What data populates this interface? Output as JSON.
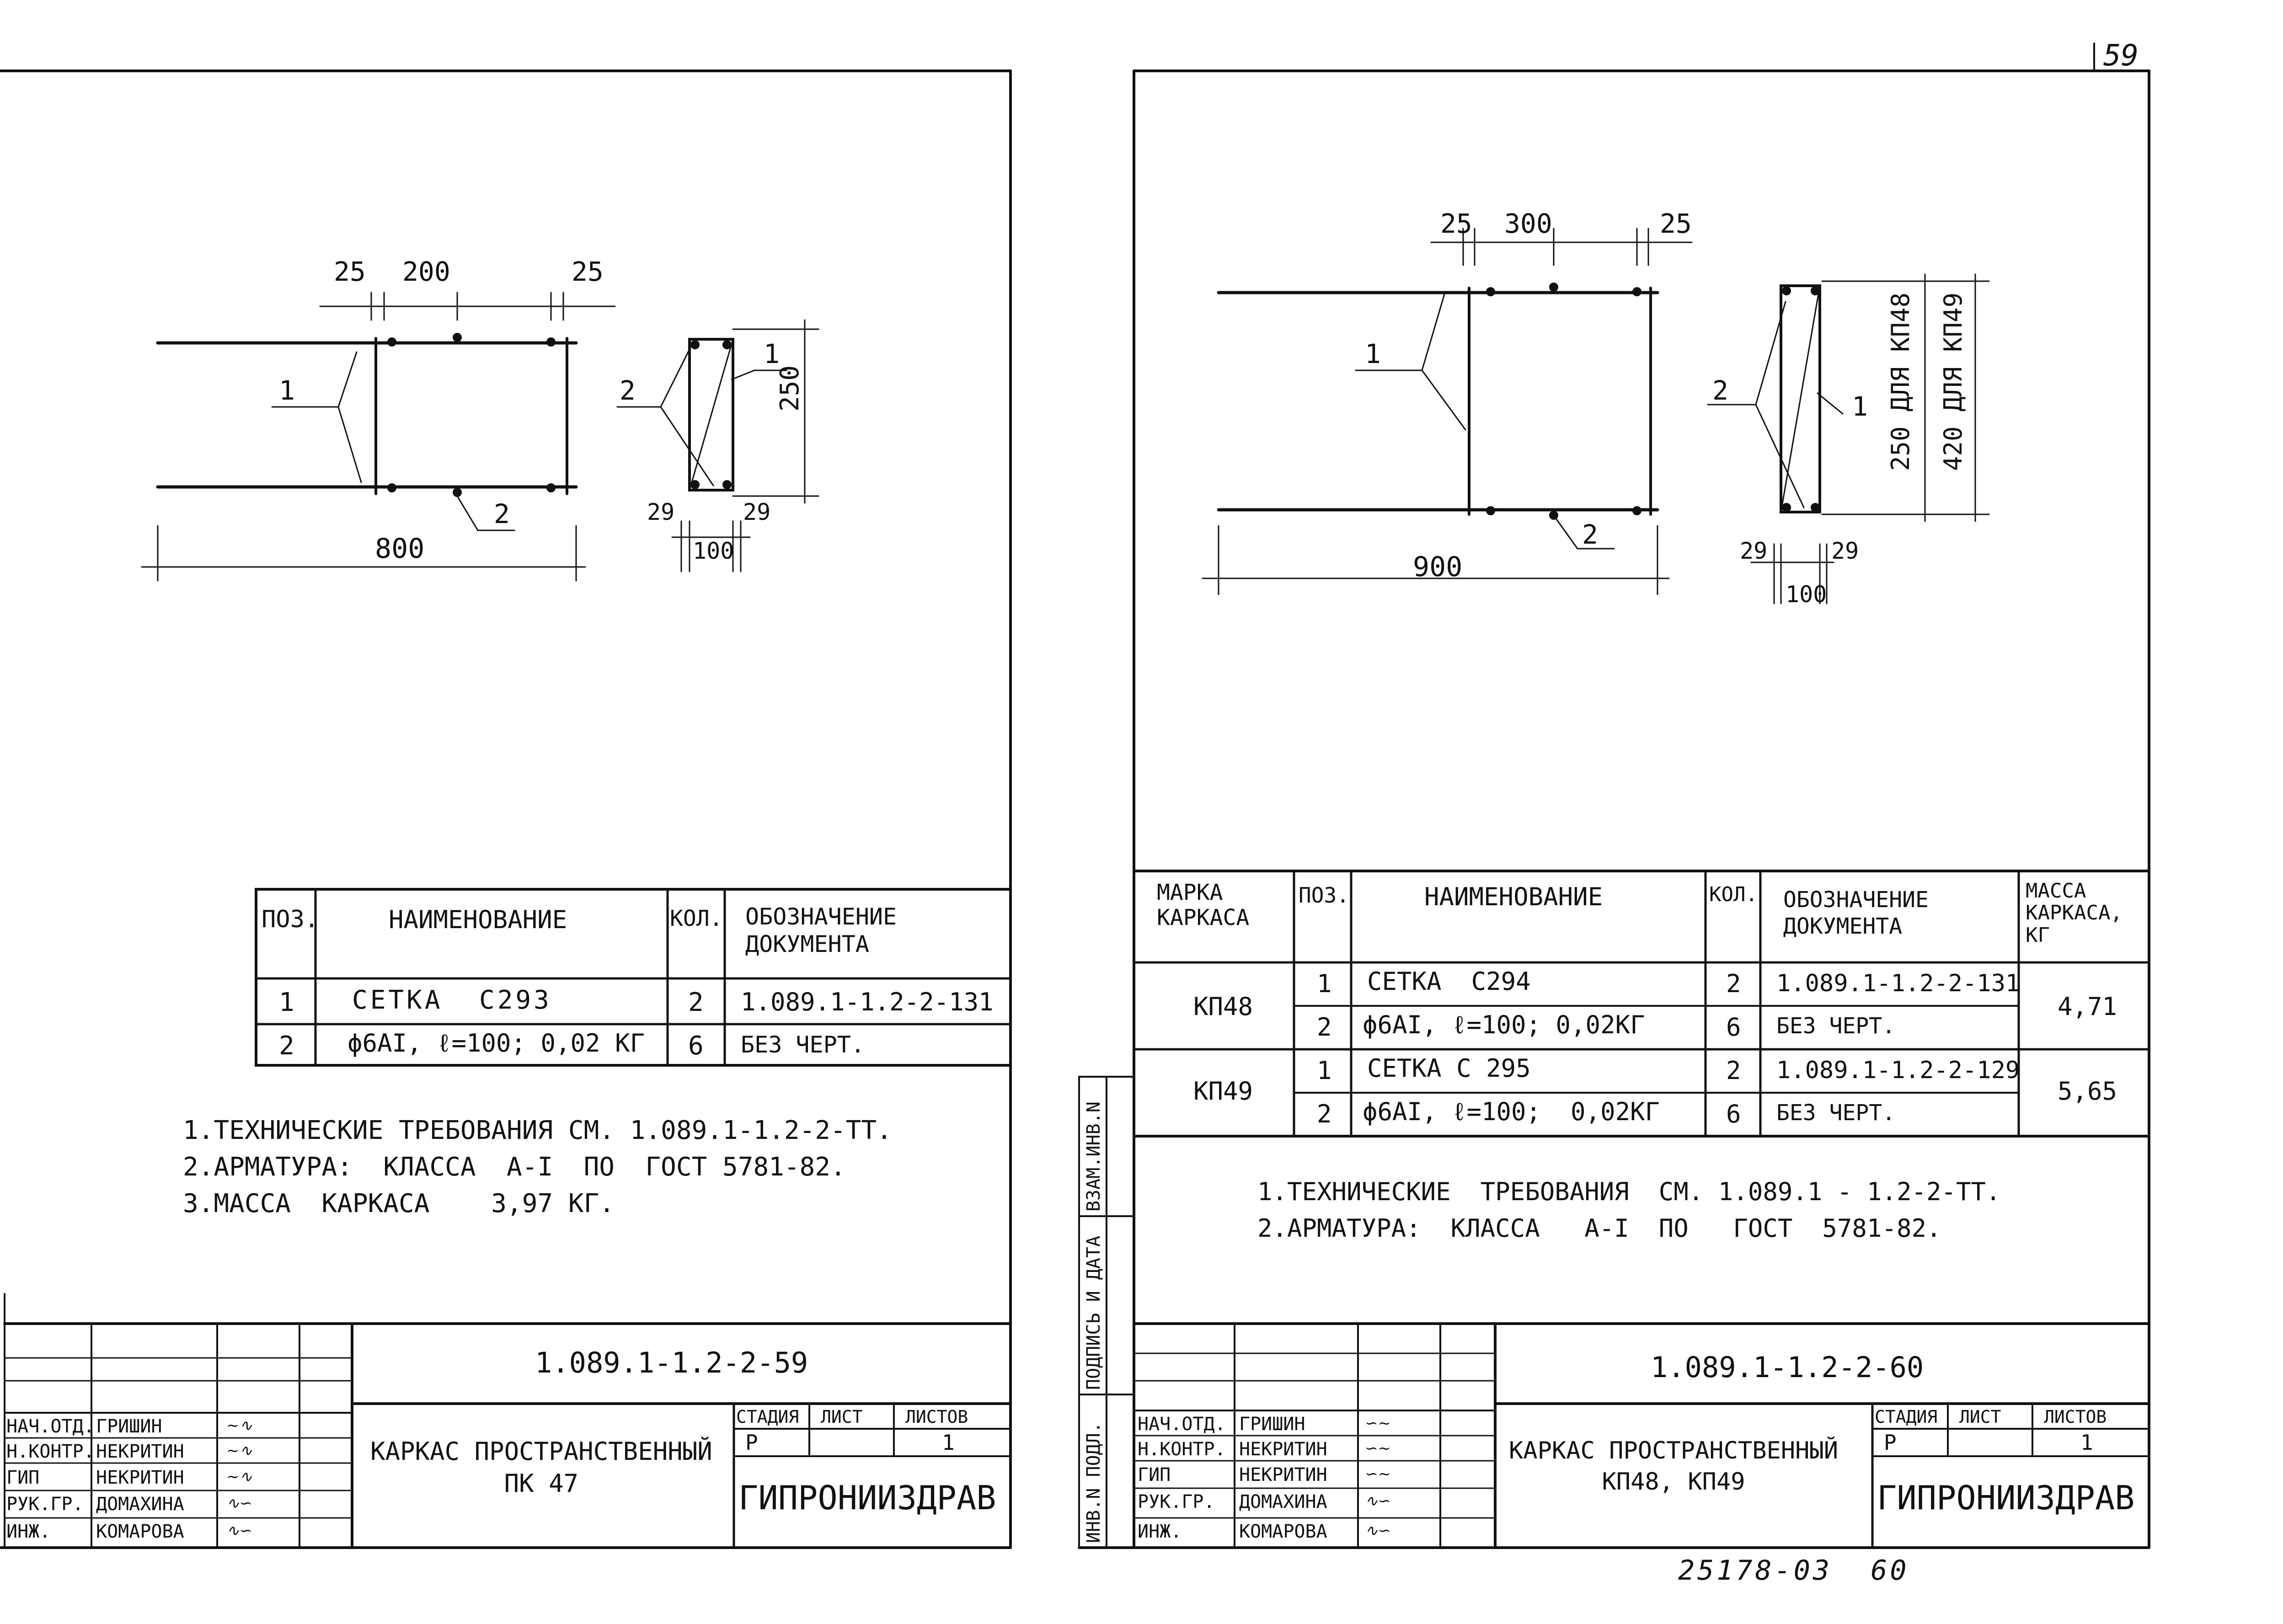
{
  "page_number": "59",
  "footer_number": "25178-03  60",
  "left": {
    "drawing": {
      "dim_25_left": "25",
      "dim_200": "200",
      "dim_25_right": "25",
      "dim_800": "800",
      "dim_250": "250",
      "dim_29_left": "29",
      "dim_29_right": "29",
      "dim_100": "100",
      "callout_1": "1",
      "callout_2": "2",
      "callout_1_section": "1",
      "callout_2_section": "2"
    },
    "table": {
      "headers": [
        "ПОЗ.",
        "НАИМЕНОВАНИЕ",
        "КОЛ.",
        "ОБОЗНАЧЕНИЕ\nДОКУМЕНТА"
      ],
      "rows": [
        {
          "pos": "1",
          "name": "СЕТКА  С293",
          "qty": "2",
          "doc": "1.089.1-1.2-2-131"
        },
        {
          "pos": "2",
          "name": "ϕ6AI, ℓ=100; 0,02 КГ",
          "qty": "6",
          "doc": "БЕЗ ЧЕРТ."
        }
      ]
    },
    "notes": [
      "1.ТЕХНИЧЕСКИЕ ТРЕБОВАНИЯ СМ. 1.089.1-1.2-2-ТТ.",
      "2.АРМАТУРА:  КЛАССА  A-I  ПО  ГОСТ 5781-82.",
      "3.МАССА  КАРКАСА    3,97 КГ."
    ],
    "title_block": {
      "doc_code": "1.089.1-1.2-2-59",
      "title": "КАРКАС ПРОСТРАНСТВЕННЫЙ\nПК 47",
      "stage_label": "СТАДИЯ",
      "sheet_label": "ЛИСТ",
      "sheets_label": "ЛИСТОВ",
      "stage": "Р",
      "sheets": "1",
      "org": "ГИПРОНИИЗДРАВ",
      "staff": [
        {
          "role": "НАЧ.ОТД.",
          "name": "ГРИШИН"
        },
        {
          "role": "Н.КОНТР.",
          "name": "НЕКРИТИН"
        },
        {
          "role": "ГИП",
          "name": "НЕКРИТИН"
        },
        {
          "role": "РУК.ГР.",
          "name": "ДОМАХИНА"
        },
        {
          "role": "ИНЖ.",
          "name": "КОМАРОВА"
        }
      ]
    }
  },
  "right": {
    "drawing": {
      "dim_25_left": "25",
      "dim_300": "300",
      "dim_25_right": "25",
      "dim_900": "900",
      "dim_250_kp48": "250 ДЛЯ КП48",
      "dim_420_kp49": "420 ДЛЯ КП49",
      "dim_29_left": "29",
      "dim_29_right": "29",
      "dim_100": "100",
      "callout_1": "1",
      "callout_2": "2",
      "callout_1_section": "1",
      "callout_2_section": "2"
    },
    "table": {
      "headers": [
        "МАРКА\nКАРКАСА",
        "ПОЗ.",
        "НАИМЕНОВАНИЕ",
        "КОЛ.",
        "ОБОЗНАЧЕНИЕ\nДОКУМЕНТА",
        "МАССА\nКАРКАСА,\nКГ"
      ],
      "groups": [
        {
          "mark": "КП48",
          "mass": "4,71",
          "rows": [
            {
              "pos": "1",
              "name": "СЕТКА  С294",
              "qty": "2",
              "doc": "1.089.1-1.2-2-131"
            },
            {
              "pos": "2",
              "name": "ϕ6AI, ℓ=100; 0,02КГ",
              "qty": "6",
              "doc": "БЕЗ ЧЕРТ."
            }
          ]
        },
        {
          "mark": "КП49",
          "mass": "5,65",
          "rows": [
            {
              "pos": "1",
              "name": "СЕТКА С 295",
              "qty": "2",
              "doc": "1.089.1-1.2-2-129"
            },
            {
              "pos": "2",
              "name": "ϕ6AI, ℓ=100;  0,02КГ",
              "qty": "6",
              "doc": "БЕЗ ЧЕРТ."
            }
          ]
        }
      ]
    },
    "notes": [
      "1.ТЕХНИЧЕСКИЕ  ТРЕБОВАНИЯ  СМ. 1.089.1 - 1.2-2-ТТ.",
      "2.АРМАТУРА:  КЛАССА   A-I  ПО   ГОСТ  5781-82."
    ],
    "side_stamp": [
      "ИНВ.N ПОДЛ.",
      "ПОДПИСЬ И ДАТА",
      "ВЗАМ.ИНВ.N"
    ],
    "title_block": {
      "doc_code": "1.089.1-1.2-2-60",
      "title": "КАРКАС ПРОСТРАНСТВЕННЫЙ\nКП48, КП49",
      "stage_label": "СТАДИЯ",
      "sheet_label": "ЛИСТ",
      "sheets_label": "ЛИСТОВ",
      "stage": "Р",
      "sheets": "1",
      "org": "ГИПРОНИИЗДРАВ",
      "staff": [
        {
          "role": "НАЧ.ОТД.",
          "name": "ГРИШИН"
        },
        {
          "role": "Н.КОНТР.",
          "name": "НЕКРИТИН"
        },
        {
          "role": "ГИП",
          "name": "НЕКРИТИН"
        },
        {
          "role": "РУК.ГР.",
          "name": "ДОМАХИНА"
        },
        {
          "role": "ИНЖ.",
          "name": "КОМАРОВА"
        }
      ]
    }
  }
}
